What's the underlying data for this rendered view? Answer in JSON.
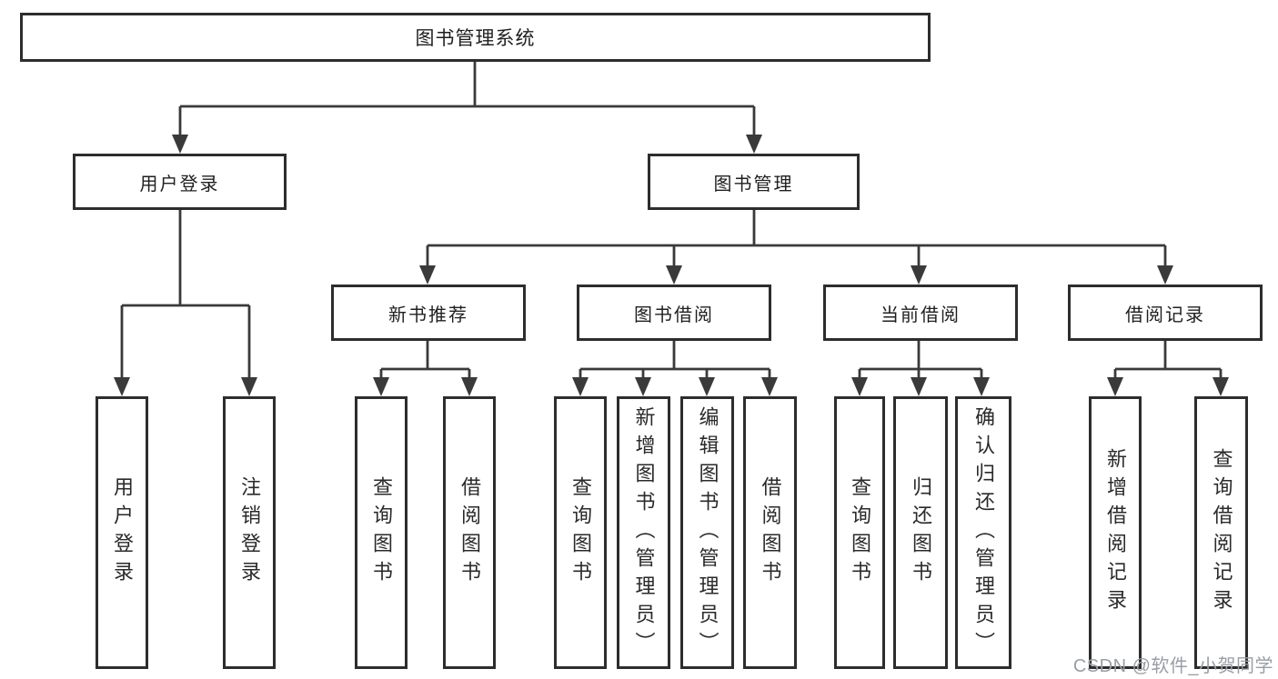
{
  "style": {
    "line_color": "#3a3a3a",
    "border_color": "#2d2d2d",
    "text_color": "#1f1f1f",
    "background": "#ffffff",
    "watermark_color": "#9a9ea4"
  },
  "watermark": {
    "text": "CSDN @软件_小贺同学"
  },
  "tree": {
    "root": {
      "label": "图书管理系统"
    },
    "branches": [
      {
        "label": "用户登录",
        "children": [
          {
            "label": "用户登录"
          },
          {
            "label": "注销登录"
          }
        ]
      },
      {
        "label": "图书管理",
        "children": [
          {
            "label": "新书推荐",
            "children": [
              {
                "label": "查询图书"
              },
              {
                "label": "借阅图书"
              }
            ]
          },
          {
            "label": "图书借阅",
            "children": [
              {
                "label": "查询图书"
              },
              {
                "label": "新增图书（管理员）"
              },
              {
                "label": "编辑图书（管理员）"
              },
              {
                "label": "借阅图书"
              }
            ]
          },
          {
            "label": "当前借阅",
            "children": [
              {
                "label": "查询图书"
              },
              {
                "label": "归还图书"
              },
              {
                "label": "确认归还（管理员）"
              }
            ]
          },
          {
            "label": "借阅记录",
            "children": [
              {
                "label": "新增借阅记录"
              },
              {
                "label": "查询借阅记录"
              }
            ]
          }
        ]
      }
    ]
  }
}
